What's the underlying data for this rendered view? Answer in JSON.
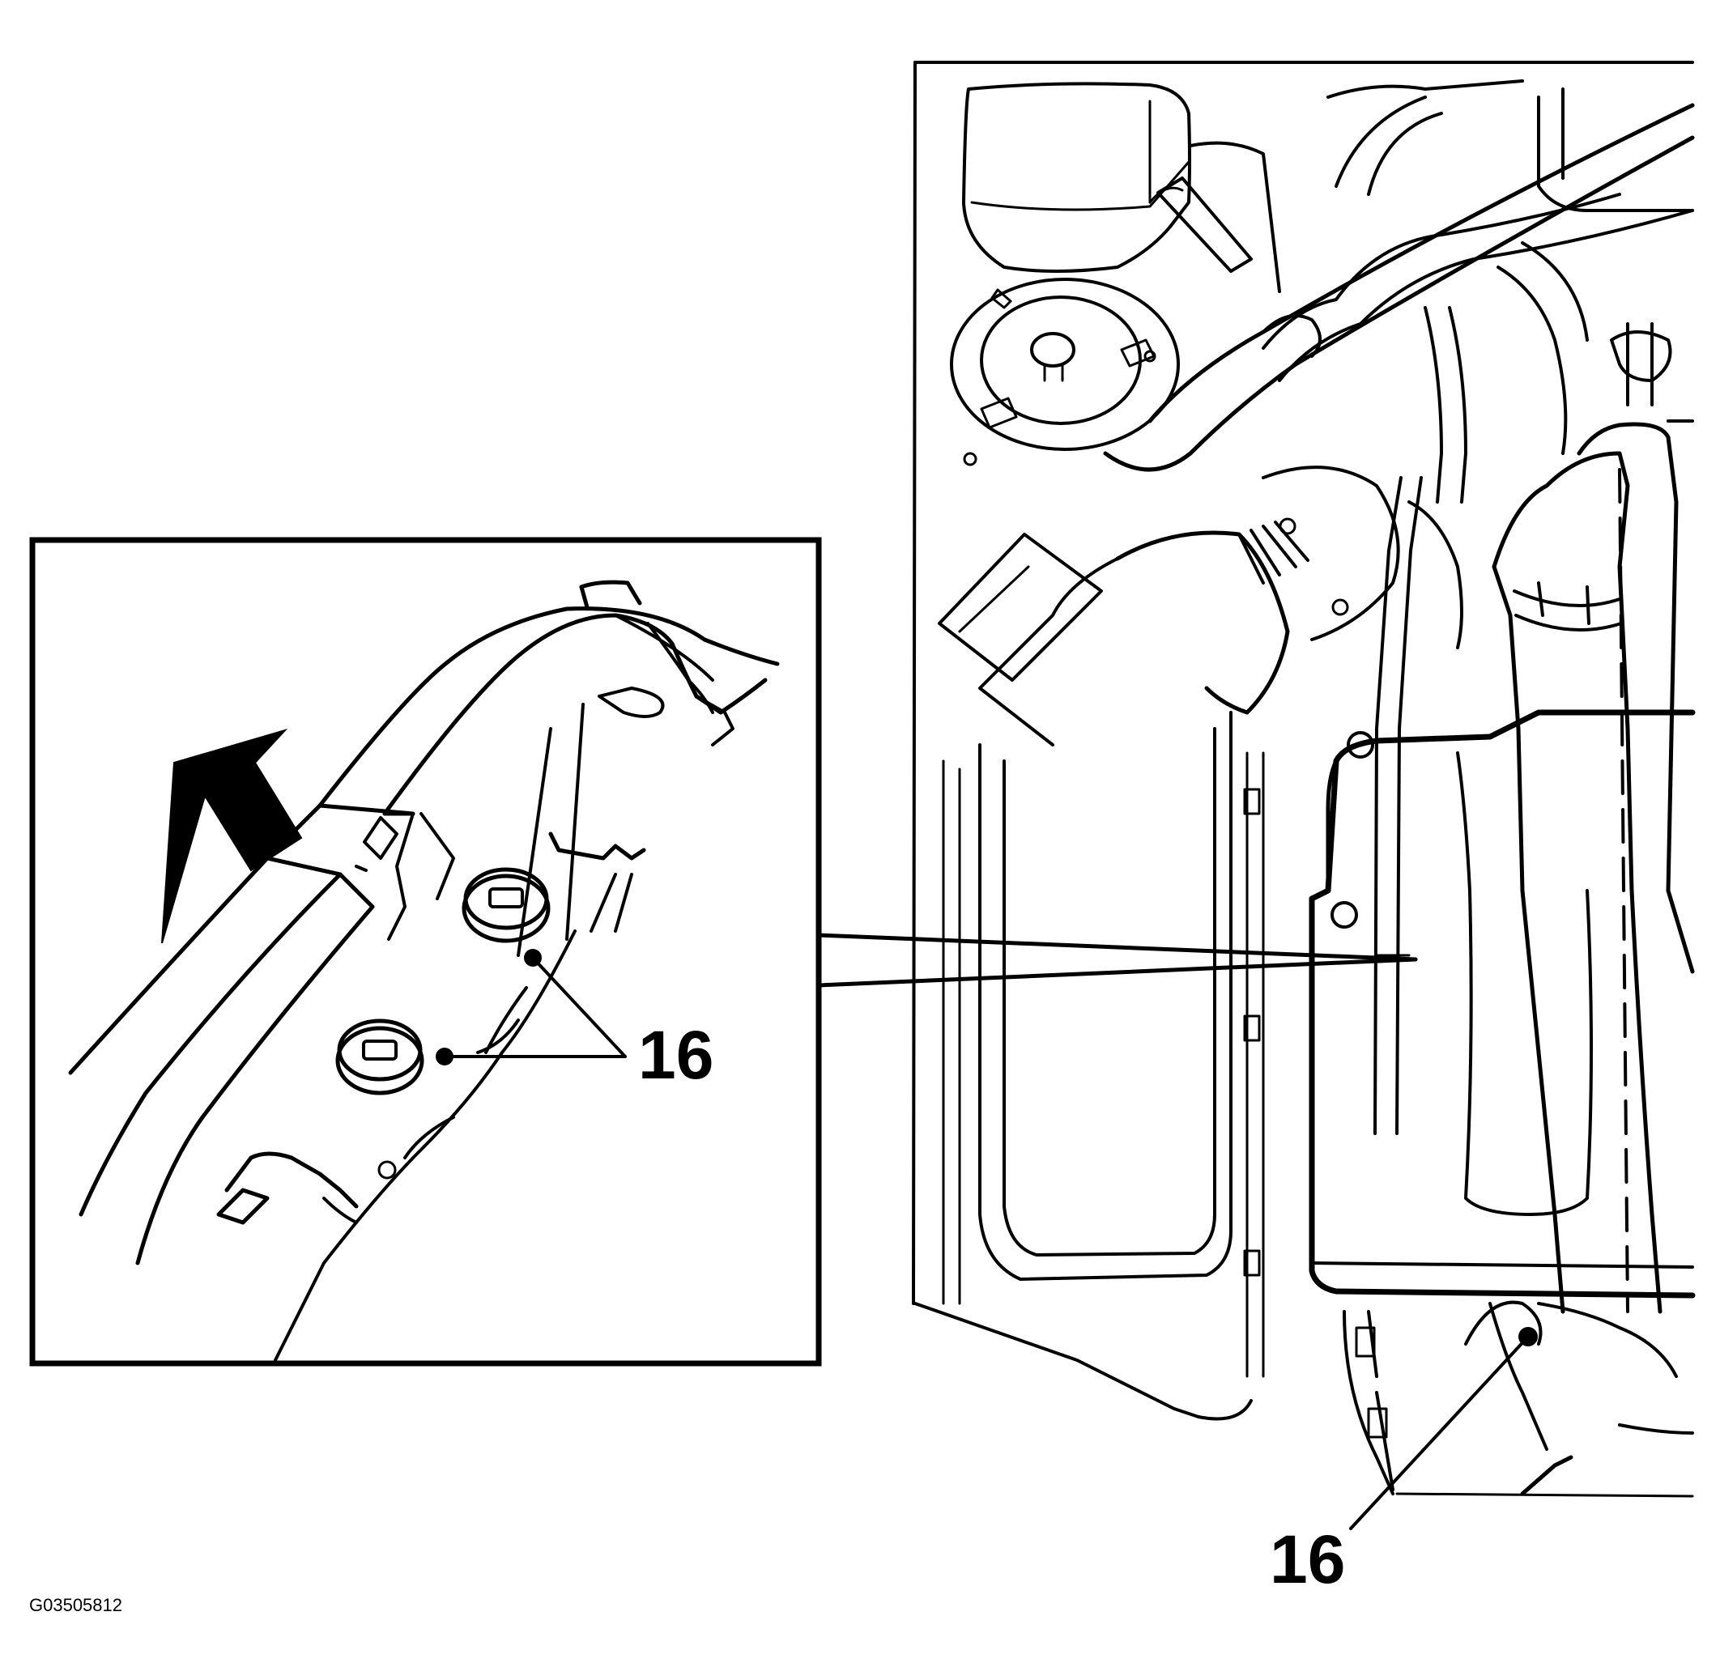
{
  "figure": {
    "id_label": "G03505812",
    "colors": {
      "line": "#000000",
      "background": "#ffffff"
    }
  },
  "callouts": {
    "inset_label": "16",
    "main_label": "16"
  },
  "icons": [
    "direction-arrow-icon",
    "fastener-dot-icon"
  ]
}
